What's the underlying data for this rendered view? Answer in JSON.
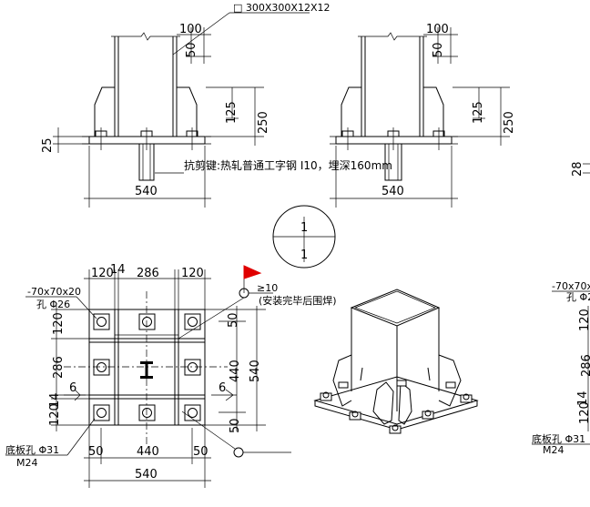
{
  "section_note": "□ 300X300X12X12",
  "shear_key_note": "抗剪键:热轧普通工字钢 I10，埋深160mm",
  "section_mark": "1",
  "weld_note": "(安装完毕后围焊)",
  "weld_size": "≥10",
  "plate_note": "-70x70x20",
  "plate_hole": "孔 Φ26",
  "base_hole": "底板孔 Φ31",
  "bolt": "M24",
  "right_plate_note": "-70x70x",
  "right_plate_hole": "孔 Φ2",
  "right_base_hole": "底板孔 Φ31",
  "right_bolt": "M24",
  "weld_left": "6",
  "weld_right": "6",
  "dims": {
    "e1_top_100": "100",
    "e1_top_50": "50",
    "e1_125": "125",
    "e1_250": "250",
    "e1_25": "25",
    "e1_540": "540",
    "e2_top_100": "100",
    "e2_top_50": "50",
    "e2_125": "125",
    "e2_250": "250",
    "e2_540": "540",
    "right_28": "28",
    "p_120a": "120",
    "p_14": "14",
    "p_286": "286",
    "p_120b": "120",
    "p_v120a": "120",
    "p_v286": "286",
    "p_v120b": "120",
    "p_v14": "14",
    "p_r50a": "50",
    "p_r440": "440",
    "p_r540": "540",
    "p_r50b": "50",
    "p_b50a": "50",
    "p_b440": "440",
    "p_b50b": "50",
    "p_b540": "540",
    "rv_120": "120",
    "rv_286": "286",
    "rv_14": "14",
    "rv_120b": "120"
  }
}
